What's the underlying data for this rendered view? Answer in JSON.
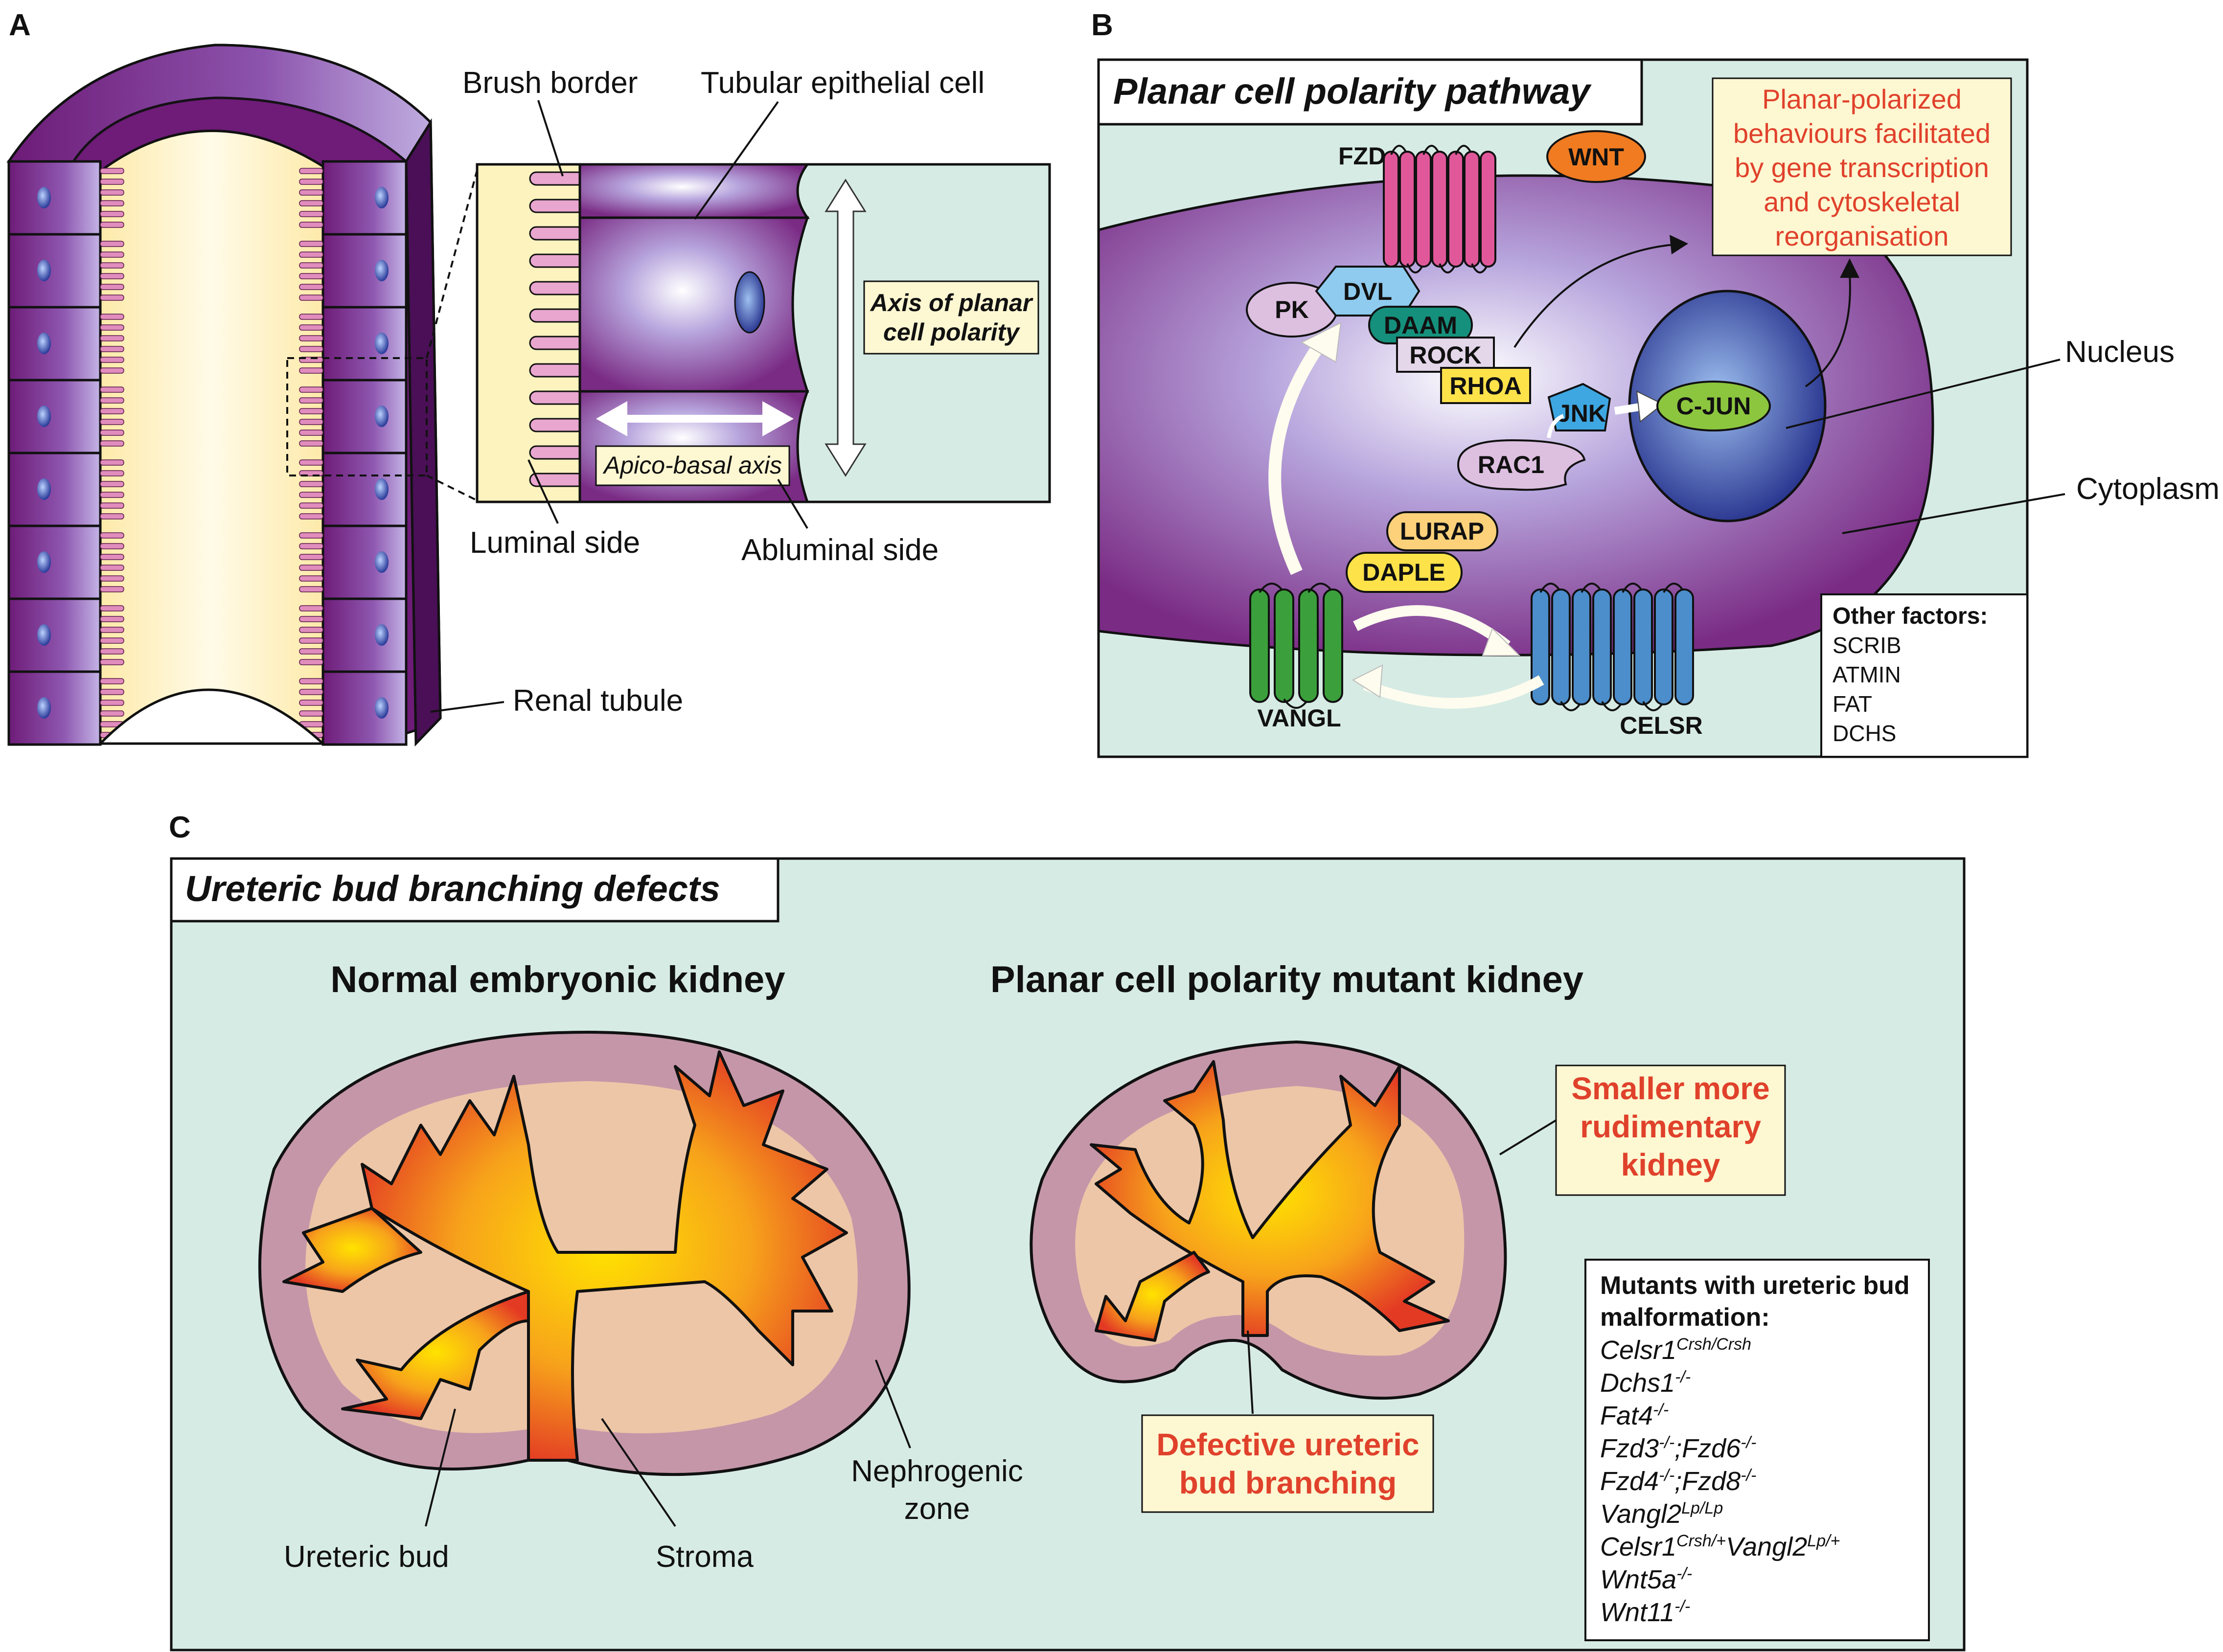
{
  "panel_labels": {
    "a": "A",
    "b": "B",
    "c": "C"
  },
  "panel_a": {
    "brush_border": "Brush border",
    "tubular_epithelial_cell": "Tubular epithelial cell",
    "axis_planar_line1": "Axis of planar",
    "axis_planar_line2": "cell polarity",
    "apico_basal_axis": "Apico-basal axis",
    "luminal_side": "Luminal side",
    "abluminal_side": "Abluminal side",
    "renal_tubule": "Renal tubule"
  },
  "panel_b": {
    "title": "Planar cell polarity pathway",
    "outcome_lines": [
      "Planar-polarized",
      "behaviours facilitated",
      "by gene transcription",
      "and cytoskeletal",
      "reorganisation"
    ],
    "proteins": {
      "fzd": "FZD",
      "wnt": "WNT",
      "pk": "PK",
      "dvl": "DVL",
      "daam": "DAAM",
      "rock": "ROCK",
      "rhoa": "RHOA",
      "jnk": "JNK",
      "c_jun": "C-JUN",
      "rac1": "RAC1",
      "lurap": "LURAP",
      "daple": "DAPLE",
      "vangl": "VANGL",
      "celsr": "CELSR"
    },
    "nucleus": "Nucleus",
    "cytoplasm": "Cytoplasm",
    "other_factors_title": "Other factors:",
    "other_factors": [
      "SCRIB",
      "ATMIN",
      "FAT",
      "DCHS"
    ]
  },
  "panel_c": {
    "title": "Ureteric bud branching defects",
    "normal_title": "Normal embryonic kidney",
    "mutant_title": "Planar cell polarity mutant kidney",
    "smaller_lines": [
      "Smaller more",
      "rudimentary",
      "kidney"
    ],
    "defective_lines": [
      "Defective ureteric",
      "bud branching"
    ],
    "ureteric_bud": "Ureteric bud",
    "stroma": "Stroma",
    "nephrogenic_line1": "Nephrogenic",
    "nephrogenic_line2": "zone",
    "mutants_title_line1": "Mutants with ureteric bud",
    "mutants_title_line2": "malformation:",
    "mutants": [
      {
        "parts": [
          {
            "t": "Celsr1"
          },
          {
            "s": "Crsh/Crsh"
          }
        ]
      },
      {
        "parts": [
          {
            "t": "Dchs1"
          },
          {
            "s": "-/-"
          }
        ]
      },
      {
        "parts": [
          {
            "t": "Fat4"
          },
          {
            "s": "-/-"
          }
        ]
      },
      {
        "parts": [
          {
            "t": "Fzd3"
          },
          {
            "s": "-/-"
          },
          {
            "t": ";Fzd6"
          },
          {
            "s": "-/-"
          }
        ]
      },
      {
        "parts": [
          {
            "t": "Fzd4"
          },
          {
            "s": "-/-"
          },
          {
            "t": ";Fzd8"
          },
          {
            "s": "-/-"
          }
        ]
      },
      {
        "parts": [
          {
            "t": "Vangl2"
          },
          {
            "s": "Lp/Lp"
          }
        ]
      },
      {
        "parts": [
          {
            "t": "Celsr1"
          },
          {
            "s": "Crsh/+"
          },
          {
            "t": "Vangl2"
          },
          {
            "s": "Lp/+"
          }
        ]
      },
      {
        "parts": [
          {
            "t": "Wnt5a"
          },
          {
            "s": "-/-"
          }
        ]
      },
      {
        "parts": [
          {
            "t": "Wnt11"
          },
          {
            "s": "-/-"
          }
        ]
      }
    ]
  },
  "colors": {
    "mint": "#d7ebe5",
    "purple_dark": "#6e1c78",
    "purple_light": "#e8e4f5",
    "cream": "#fdf7d2",
    "red_text": "#e0412b",
    "pink_cortex": "#c596a8",
    "stroma": "#ecc6a7"
  }
}
